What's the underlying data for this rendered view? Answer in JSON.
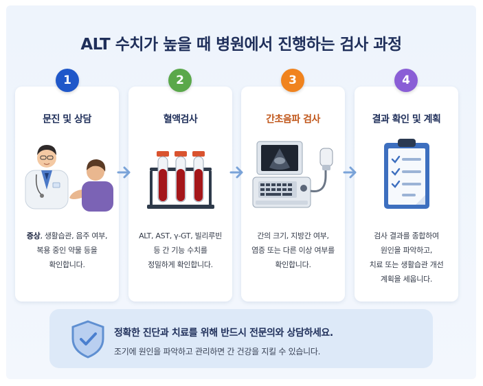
{
  "title": "ALT 수치가 높을 때 병원에서 진행하는 검사 과정",
  "steps": [
    {
      "number": "1",
      "title": "문진 및 상담",
      "desc_lines": [
        "증상, 생활습관, 음주 여부,",
        "복용 중인 약물 등을",
        "확인합니다."
      ],
      "bold_prefix": "증상",
      "badge_color": "#1f57c9",
      "illustration": "doctor-consultation"
    },
    {
      "number": "2",
      "title": "혈액검사",
      "desc_lines": [
        "ALT, AST, γ-GT, 빌리루빈",
        "등 간 기능 수치를",
        "정밀하게 확인합니다."
      ],
      "badge_color": "#5aa84a",
      "illustration": "blood-test-tubes"
    },
    {
      "number": "3",
      "title": "간초음파 검사",
      "desc_lines": [
        "간의 크기, 지방간 여부,",
        "염증 또는 다른 이상 여부를",
        "확인합니다."
      ],
      "badge_color": "#f0831e",
      "title_color": "#c0561a",
      "illustration": "ultrasound-machine"
    },
    {
      "number": "4",
      "title": "결과 확인 및 계획",
      "desc_lines": [
        "검사 결과를 종합하여",
        "원인을 파악하고,",
        "치료 또는 생활습관 개선",
        "계획을 세웁니다."
      ],
      "badge_color": "#8a5ed6",
      "illustration": "clipboard-checklist"
    }
  ],
  "notice": {
    "main": "정확한 진단과 치료를 위해 반드시 전문의와 상담하세요.",
    "sub": "조기에 원인을 파악하고 관리하면 간 건강을 지킬 수 있습니다.",
    "icon": "shield-check-icon"
  },
  "colors": {
    "background": "#eef4fc",
    "title": "#1f2f5a",
    "arrow": "#7aa3d8",
    "notice_bg": "#dde9f8"
  }
}
